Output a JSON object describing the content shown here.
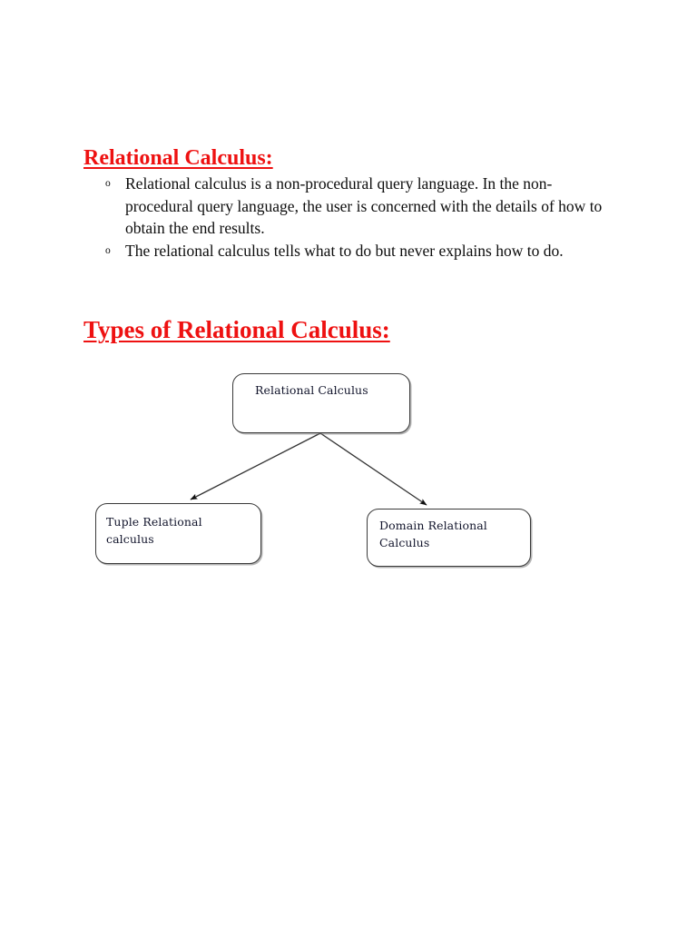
{
  "document": {
    "background_color": "#ffffff",
    "heading_color": "#ee1111",
    "body_text_color": "#0d0d0d",
    "diagram_text_color": "#11142b",
    "diagram_border_color": "#3a3a3a"
  },
  "headings": {
    "main": "Relational Calculus:",
    "types": "Types of Relational Calculus:"
  },
  "bullets": [
    {
      "marker": "o",
      "text": "Relational calculus is a non-procedural query language. In the non-procedural query language, the user is concerned with the details of how to obtain the end results."
    },
    {
      "marker": "o",
      "text": "The relational calculus tells what to do but never explains how to do."
    }
  ],
  "diagram": {
    "nodes": {
      "root": "Relational Calculus",
      "left_child": "Tuple Relational\ncalculus",
      "right_child": "Domain Relational\nCalculus"
    },
    "connectors": [
      {
        "from": "root",
        "to": "left_child"
      },
      {
        "from": "root",
        "to": "right_child"
      }
    ]
  }
}
